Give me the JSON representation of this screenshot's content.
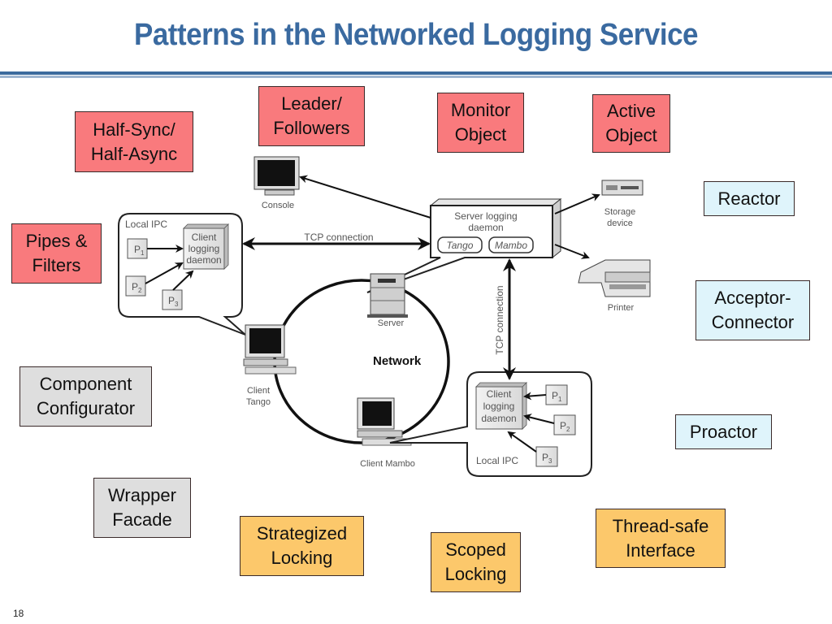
{
  "title": "Patterns in the Networked Logging Service",
  "page_number": "18",
  "colors": {
    "title": "#3a6aa0",
    "concurrency_patterns": "#f97a7d",
    "event_patterns": "#dff4fb",
    "config_patterns": "#dedede",
    "sync_patterns": "#fcc86b"
  },
  "patterns": {
    "half_sync": [
      "Half-Sync/",
      "Half-Async"
    ],
    "leader_followers": [
      "Leader/",
      "Followers"
    ],
    "monitor_object": [
      "Monitor",
      "Object"
    ],
    "active_object": [
      "Active",
      "Object"
    ],
    "pipes_filters": [
      "Pipes &",
      "Filters"
    ],
    "reactor": [
      "Reactor"
    ],
    "acceptor_connector": [
      "Acceptor-",
      "Connector"
    ],
    "proactor": [
      "Proactor"
    ],
    "component_configurator": [
      "Component",
      "Configurator"
    ],
    "wrapper_facade": [
      "Wrapper",
      "Facade"
    ],
    "strategized_locking": [
      "Strategized",
      "Locking"
    ],
    "scoped_locking": [
      "Scoped",
      "Locking"
    ],
    "thread_safe_interface": [
      "Thread-safe",
      "Interface"
    ]
  },
  "diagram": {
    "console": "Console",
    "tcp_connection_top": "TCP connection",
    "tcp_connection_vertical": "TCP connection",
    "server_daemon": [
      "Server logging",
      "daemon"
    ],
    "tango_tag": "Tango",
    "mambo_tag": "Mambo",
    "storage": [
      "Storage",
      "device"
    ],
    "printer": "Printer",
    "server": "Server",
    "network": "Network",
    "client_tango": [
      "Client",
      "Tango"
    ],
    "client_mambo": "Client Mambo",
    "left_ipc": {
      "label": "Local IPC",
      "daemon": [
        "Client",
        "logging",
        "daemon"
      ],
      "p1": "P",
      "p1_sub": "1",
      "p2": "P",
      "p2_sub": "2",
      "p3": "P",
      "p3_sub": "3"
    },
    "right_ipc": {
      "label": "Local IPC",
      "daemon": [
        "Client",
        "logging",
        "daemon"
      ],
      "p1": "P",
      "p1_sub": "1",
      "p2": "P",
      "p2_sub": "2",
      "p3": "P",
      "p3_sub": "3"
    }
  }
}
